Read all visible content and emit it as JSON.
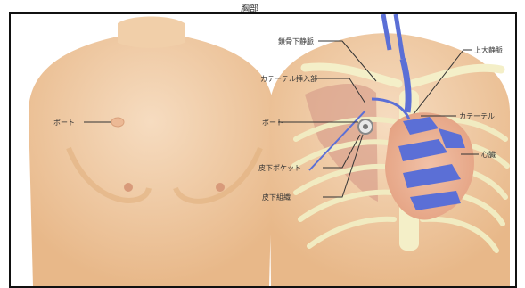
{
  "title": "胸部",
  "labels": {
    "port_left": "ポート",
    "subclavian_vein": "鎖骨下静脈",
    "catheter_insertion": "カテーテル挿入部",
    "port": "ポート",
    "port_pocket": "皮下ポケット",
    "pectoralis": "皮下組織",
    "superior_vena_cava": "上大静脈",
    "catheter": "カテーテル",
    "heart": "心臓"
  },
  "colors": {
    "skin": "#f2cfa6",
    "skin_shadow": "#e1b07f",
    "vein": "#5b6fd6",
    "bone": "#f4efc8",
    "muscle": "#d9a08c",
    "label_line": "#333333"
  }
}
